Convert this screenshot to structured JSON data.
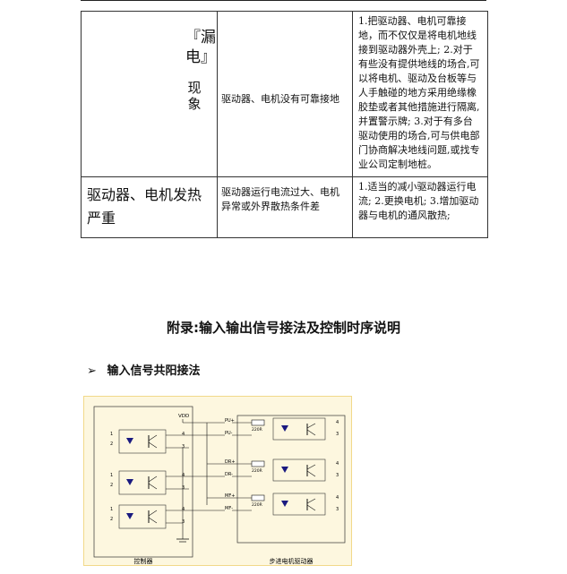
{
  "table": {
    "row1": {
      "symptom_part1": "『漏电』",
      "symptom_part2": "现象",
      "cause": "驱动器、电机没有可靠接地",
      "solution": "1.把驱动器、电机可靠接地，而不仅仅是将电机地线接到驱动器外壳上; 2.对于有些没有提供地线的场合,可以将电机、驱动及台板等与人手触碰的地方采用绝缘橡胶垫或者其他措施进行隔离,并置警示牌; 3.对于有多台驱动使用的场合,可与供电部门协商解决地线问题,或找专业公司定制地桩。"
    },
    "row2": {
      "symptom": "驱动器、电机发热严重",
      "cause": "驱动器运行电流过大、电机异常或外界散热条件差",
      "solution": "1.适当的减小驱动器运行电流; 2.更换电机; 3.增加驱动器与电机的通风散热;"
    }
  },
  "appendix_title": "附录:输入输出信号接法及控制时序说明",
  "section_title": "输入信号共阳接法",
  "section_bullet": "➢",
  "diagram": {
    "vdd_label": "VDD",
    "controller_label": "控制器",
    "driver_label": "步进电机驱动器",
    "signals": [
      {
        "plus": "PU+",
        "minus": "PU-",
        "resistor": "220R"
      },
      {
        "plus": "DR+",
        "minus": "DR-",
        "resistor": "220R"
      },
      {
        "plus": "MF+",
        "minus": "MF-",
        "resistor": "220R"
      }
    ],
    "pins": [
      "1",
      "2",
      "3",
      "4"
    ],
    "colors": {
      "frame": "#f2d98a",
      "fill": "#fdf7df",
      "wire": "#111111",
      "led": "#1a1a80"
    }
  }
}
